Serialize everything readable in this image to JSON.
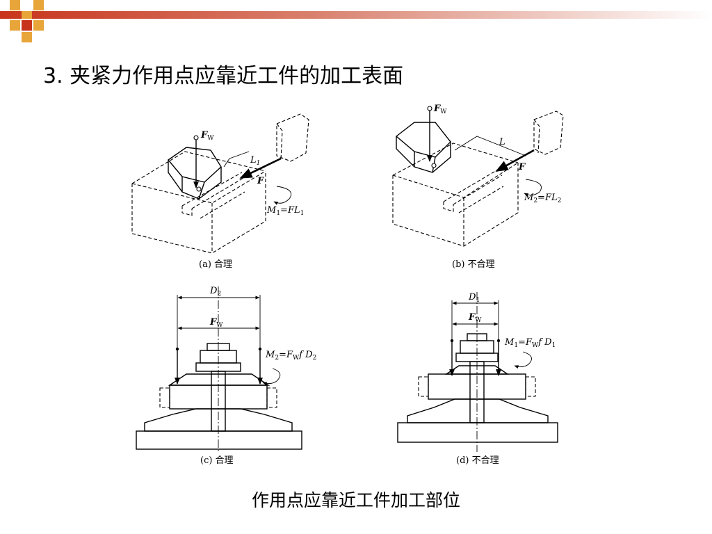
{
  "title": "3. 夹紧力作用点应靠近工件的加工表面",
  "caption": "作用点应靠近工件加工部位",
  "colors": {
    "header_gradient_start": "#c8341b",
    "header_gradient_end": "#ffffff",
    "square_orange": "#e8a53a",
    "square_red": "#c8341b"
  },
  "figures": {
    "a": {
      "caption": "(a) 合理",
      "force_w": "F",
      "force_w_sub": "W",
      "force": "F",
      "length": "L",
      "length_sub": "1",
      "moment": "M",
      "moment_sub": "1",
      "moment_eq": "=FL",
      "moment_eq_sub": "1"
    },
    "b": {
      "caption": "(b) 不合理",
      "force_w": "F",
      "force_w_sub": "W",
      "force": "F",
      "length": "L",
      "moment": "M",
      "moment_sub": "2",
      "moment_eq": "=FL",
      "moment_eq_sub": "2"
    },
    "c": {
      "caption": "(c) 合理",
      "diameter": "D",
      "diameter_sub": "2",
      "force_w": "F",
      "force_w_sub": "W",
      "moment": "M",
      "moment_sub": "2",
      "moment_eq": "=F",
      "moment_eq_sub": "W",
      "moment_tail": "f D",
      "moment_tail_sub": "2"
    },
    "d": {
      "caption": "(d) 不合理",
      "diameter": "D",
      "diameter_sub": "1",
      "force_w": "F",
      "force_w_sub": "W",
      "moment": "M",
      "moment_sub": "1",
      "moment_eq": "=F",
      "moment_eq_sub": "W",
      "moment_tail": "f D",
      "moment_tail_sub": "1"
    }
  }
}
